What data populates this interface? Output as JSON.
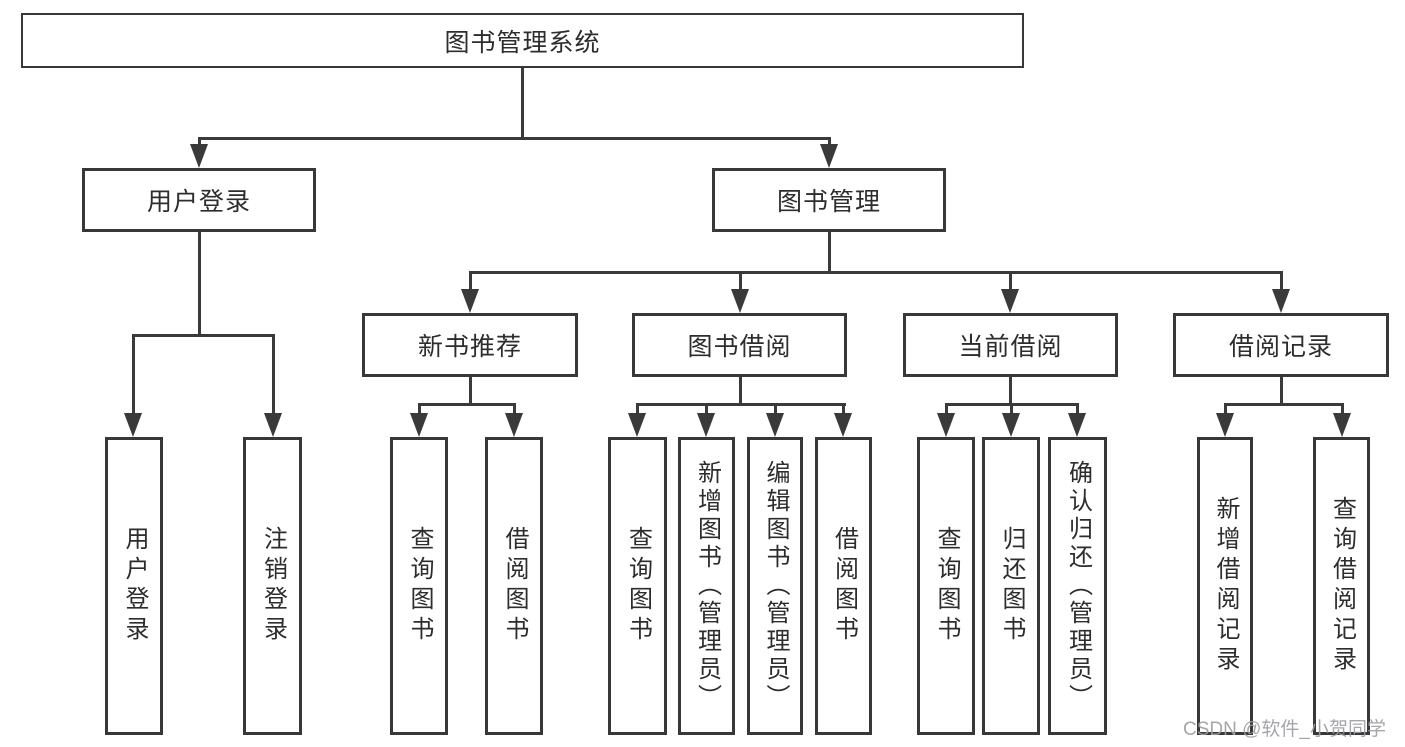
{
  "diagram": {
    "title": "图书管理系统",
    "root": {
      "label": "图书管理系统"
    },
    "level2": [
      {
        "label": "用户登录"
      },
      {
        "label": "图书管理"
      }
    ],
    "level3": [
      {
        "label": "新书推荐"
      },
      {
        "label": "图书借阅"
      },
      {
        "label": "当前借阅"
      },
      {
        "label": "借阅记录"
      }
    ],
    "leaves": [
      {
        "label": "用户登录"
      },
      {
        "label": "注销登录"
      },
      {
        "label": "查询图书"
      },
      {
        "label": "借阅图书"
      },
      {
        "label": "查询图书"
      },
      {
        "label": "新增图书（管理员）"
      },
      {
        "label": "编辑图书（管理员）"
      },
      {
        "label": "借阅图书"
      },
      {
        "label": "查询图书"
      },
      {
        "label": "归还图书"
      },
      {
        "label": "确认归还（管理员）"
      },
      {
        "label": "新增借阅记录"
      },
      {
        "label": "查询借阅记录"
      }
    ]
  },
  "watermark": {
    "text": "CSDN @软件_小贺同学"
  },
  "colors": {
    "line": "#3a3a3a",
    "border": "#383838",
    "text": "#2d2d2d",
    "watermark": "#9f9fa3",
    "background": "#ffffff"
  }
}
